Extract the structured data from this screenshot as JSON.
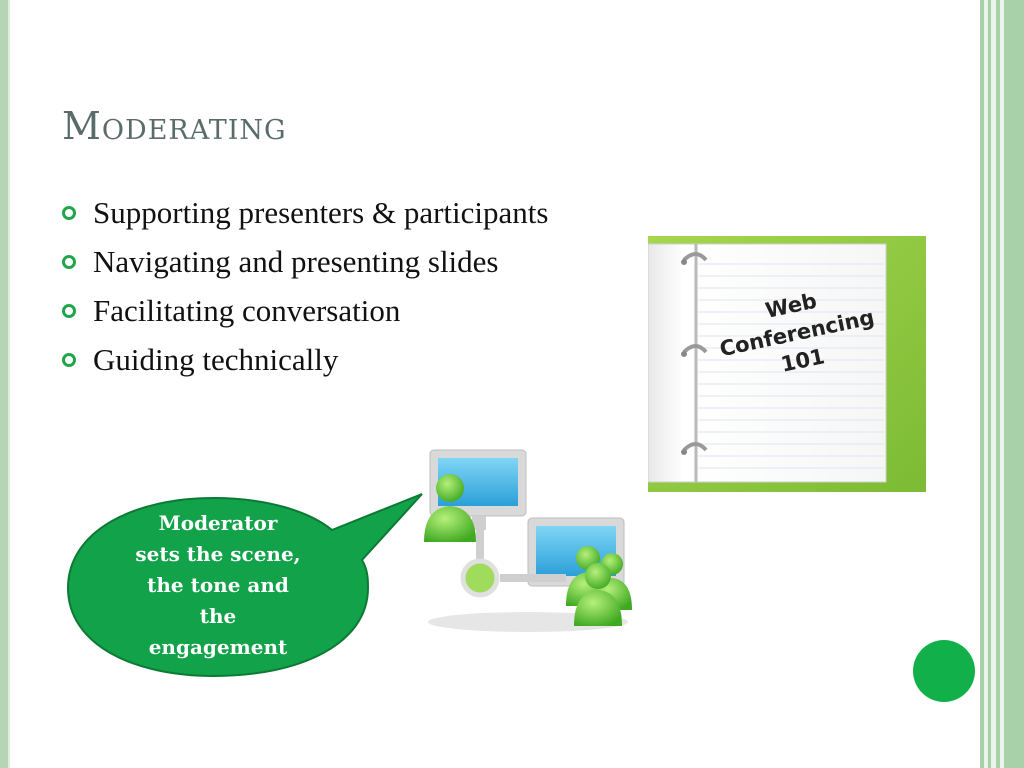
{
  "slide": {
    "title": "Moderating",
    "bullets": [
      "Supporting presenters & participants",
      "Navigating and presenting slides",
      "Facilitating conversation",
      "Guiding technically"
    ],
    "binder_label": [
      "Web",
      "Conferencing",
      "101"
    ],
    "callout_lines": [
      "Moderator",
      "sets the scene,",
      "the tone and",
      "the",
      "engagement"
    ]
  },
  "colors": {
    "accent": "#1fa64a",
    "bubble": "#12a24a",
    "binder_green": "#8cc63f",
    "title": "#5b6b6b",
    "frame": "#a9d1a9"
  }
}
